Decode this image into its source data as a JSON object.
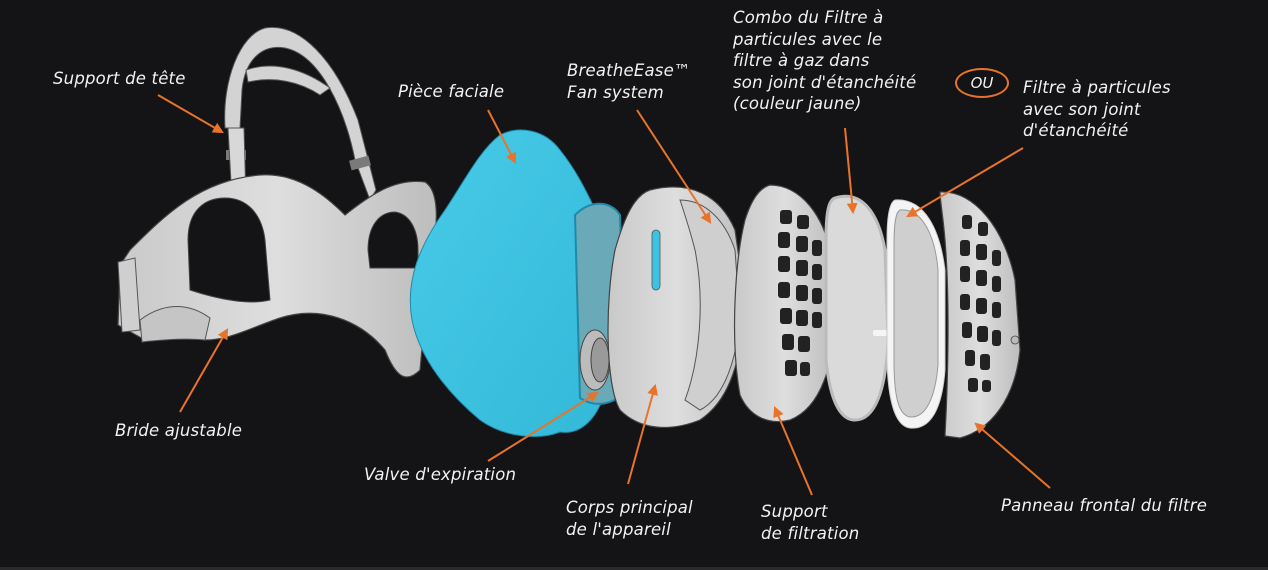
{
  "diagram": {
    "title": "Exploded view of respirator mask components",
    "accent_color": "#e8732a",
    "facepiece_color": "#3cc3e2",
    "part_color": "#d4d4d4",
    "background_color": "#141416",
    "labels": {
      "head_support": "Support de tête",
      "facepiece": "Pièce faciale",
      "fan_system": "BreatheEase™\nFan system",
      "combo_filter": "Combo du Filtre à\nparticules avec le\nfiltre à gaz dans\nson joint d'étanchéité\n(couleur jaune)",
      "or_badge": "OU",
      "particle_filter": "Filtre à particules\navec son joint\nd'étanchéité",
      "adjustable_strap": "Bride ajustable",
      "exhalation_valve": "Valve d'expiration",
      "main_body": "Corps principal\nde l'appareil",
      "filter_support": "Support\nde filtration",
      "filter_front_panel": "Panneau frontal du filtre"
    }
  }
}
